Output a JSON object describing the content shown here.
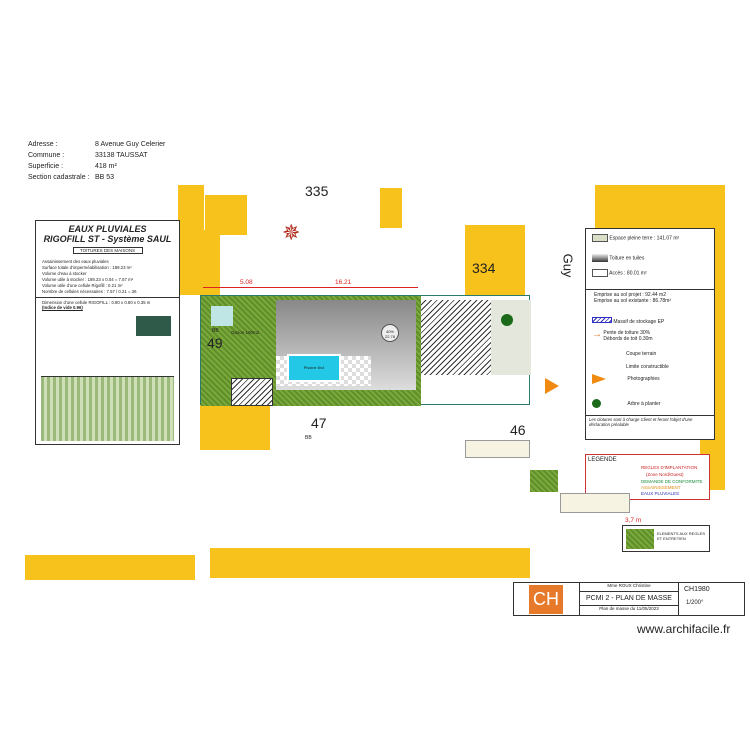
{
  "info": {
    "rows": [
      {
        "label": "Adresse :",
        "value": "8 Avenue Guy Celerier"
      },
      {
        "label": "Commune :",
        "value": "33138 TAUSSAT"
      },
      {
        "label": "Superficie :",
        "value": "418 m²"
      },
      {
        "label": "Section cadastrale :",
        "value": "BB 53"
      }
    ]
  },
  "parcels": {
    "p335": "335",
    "p334": "334",
    "p49": "49",
    "p47": "47",
    "p46": "46",
    "section_49": "BB",
    "section_47": "BB",
    "street": "Guy"
  },
  "plan": {
    "dim_left": "5.08",
    "dim_right": "16.21",
    "lawn": "Gazon 100m2",
    "pool": "Piscine 8x4",
    "slope": "40%\n22.78"
  },
  "eaux": {
    "title1": "EAUX PLUVIALES",
    "title2": "RIGOFILL ST - Système SAUL",
    "subtitle": "TOITURES DES MAISONS",
    "lines": [
      "Assainissement des eaux pluviales",
      "Surface totale d'imperméabilisation : 189.23 m²",
      "Volume d'eau à stocker",
      "Volume utile à stocker : 189.23 x 0.04 = 7.57 m²",
      "Volume utile d'une cellule Rigofill : 0.21 m²",
      "Nombre de cellules nécessaires : 7.57 / 0.21 = 36"
    ],
    "dimension": "Dimension d'une cellule RIGOFILL : 0.80 x 0.80 x 0.35 m",
    "vide": "(Indice de vide 0.96)"
  },
  "legend": {
    "items": [
      "Espace pleine terre : 141.07 m²",
      "Toiture en tuiles",
      "Accès : 80.01 m²",
      "Emprise au sol projet : 92.44 m2",
      "Emprise au sol existante : 86.78m²",
      "Massif de stockage EP",
      "Pente de toiture 30%\nDébords de toit 0.30m",
      "Coupe terrain",
      "Limite constructible",
      "Photographies",
      "Arbre à planter"
    ],
    "note": "Les clotures sont à charge Client et feront l'objet d'une déclaration préalable"
  },
  "legende": {
    "title": "LEGENDE",
    "items": [
      "REGLES D'IMPLANTATION",
      "(Zone Nord/Ouest)",
      "DEMANDE DE CONFORMITE",
      "ASSAINISSEMENT",
      "EAUX PLUVIALES"
    ],
    "dim": "3,7 m",
    "note": "ELEMENTS AUX REGLES ET ENTRETIEN"
  },
  "title_block": {
    "logo": "CH",
    "client": "Mme ROUX Christine",
    "title": "PCMI 2 - PLAN DE MASSE",
    "ref": "CH1980",
    "scale": "1/200°",
    "date": "Plan de masse du 11/05/2023"
  },
  "watermark": "www.archifacile.fr"
}
